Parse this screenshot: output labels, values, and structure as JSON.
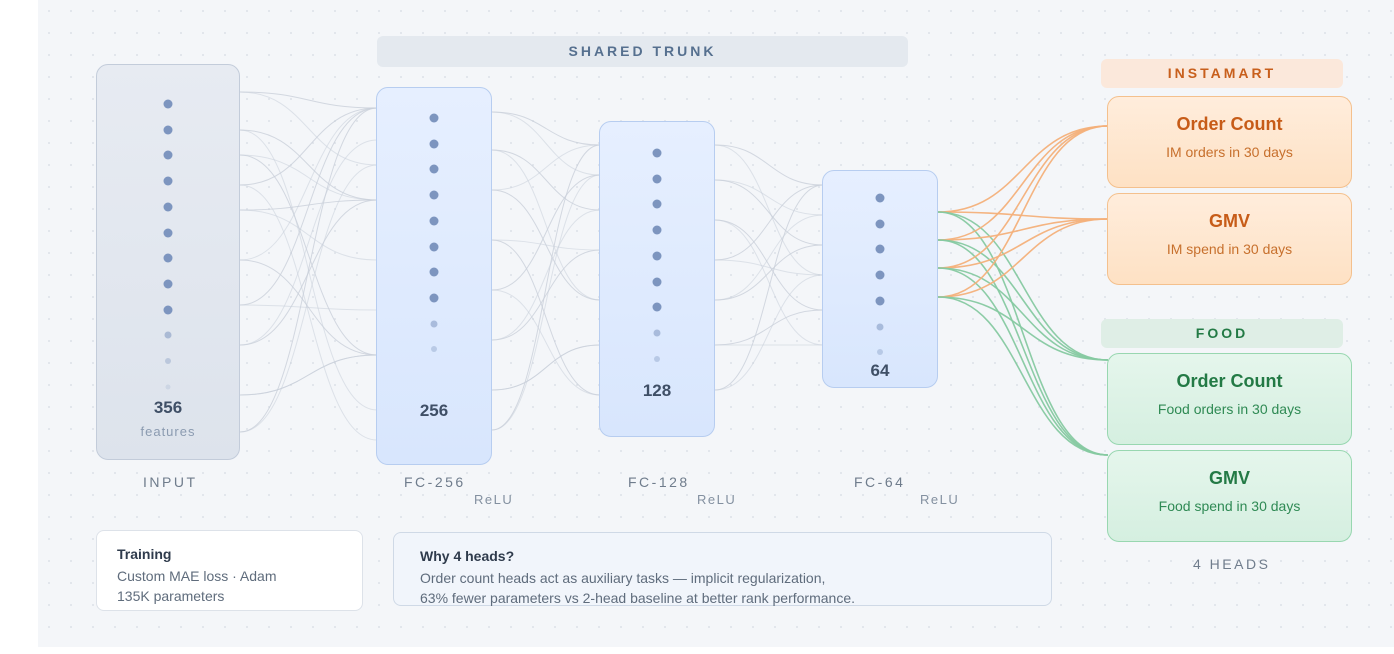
{
  "banner": {
    "shared_trunk": "SHARED TRUNK"
  },
  "input": {
    "value": "356",
    "sub": "features",
    "caption": "INPUT",
    "dots": 9,
    "fade_dots": 3
  },
  "layers": [
    {
      "value": "256",
      "caption": "FC-256",
      "activation": "ReLU",
      "dots": 8,
      "fade_dots": 2
    },
    {
      "value": "128",
      "caption": "FC-128",
      "activation": "ReLU",
      "dots": 7,
      "fade_dots": 2
    },
    {
      "value": "64",
      "caption": "FC-64",
      "activation": "ReLU",
      "dots": 5,
      "fade_dots": 2
    }
  ],
  "groups": {
    "instamart": {
      "label": "INSTAMART",
      "color": "#c85f1c"
    },
    "food": {
      "label": "FOOD",
      "color": "#237a45"
    }
  },
  "heads": [
    {
      "title": "Order Count",
      "desc": "IM orders in 30 days",
      "group": "instamart"
    },
    {
      "title": "GMV",
      "desc": "IM spend in 30 days",
      "group": "instamart"
    },
    {
      "title": "Order Count",
      "desc": "Food orders in 30 days",
      "group": "food"
    },
    {
      "title": "GMV",
      "desc": "Food spend in 30 days",
      "group": "food"
    }
  ],
  "heads_caption": "4 HEADS",
  "training": {
    "title": "Training",
    "line1": "Custom MAE loss · Adam",
    "line2": "135K parameters"
  },
  "why": {
    "title": "Why 4 heads?",
    "line1": "Order count heads act as auxiliary tasks — implicit regularization,",
    "line2": "63% fewer parameters vs 2-head baseline at better rank performance."
  },
  "colors": {
    "instamart_wire": "#f3b07a",
    "food_wire": "#86c9a1",
    "trunk_wire": "#c9d0da"
  }
}
